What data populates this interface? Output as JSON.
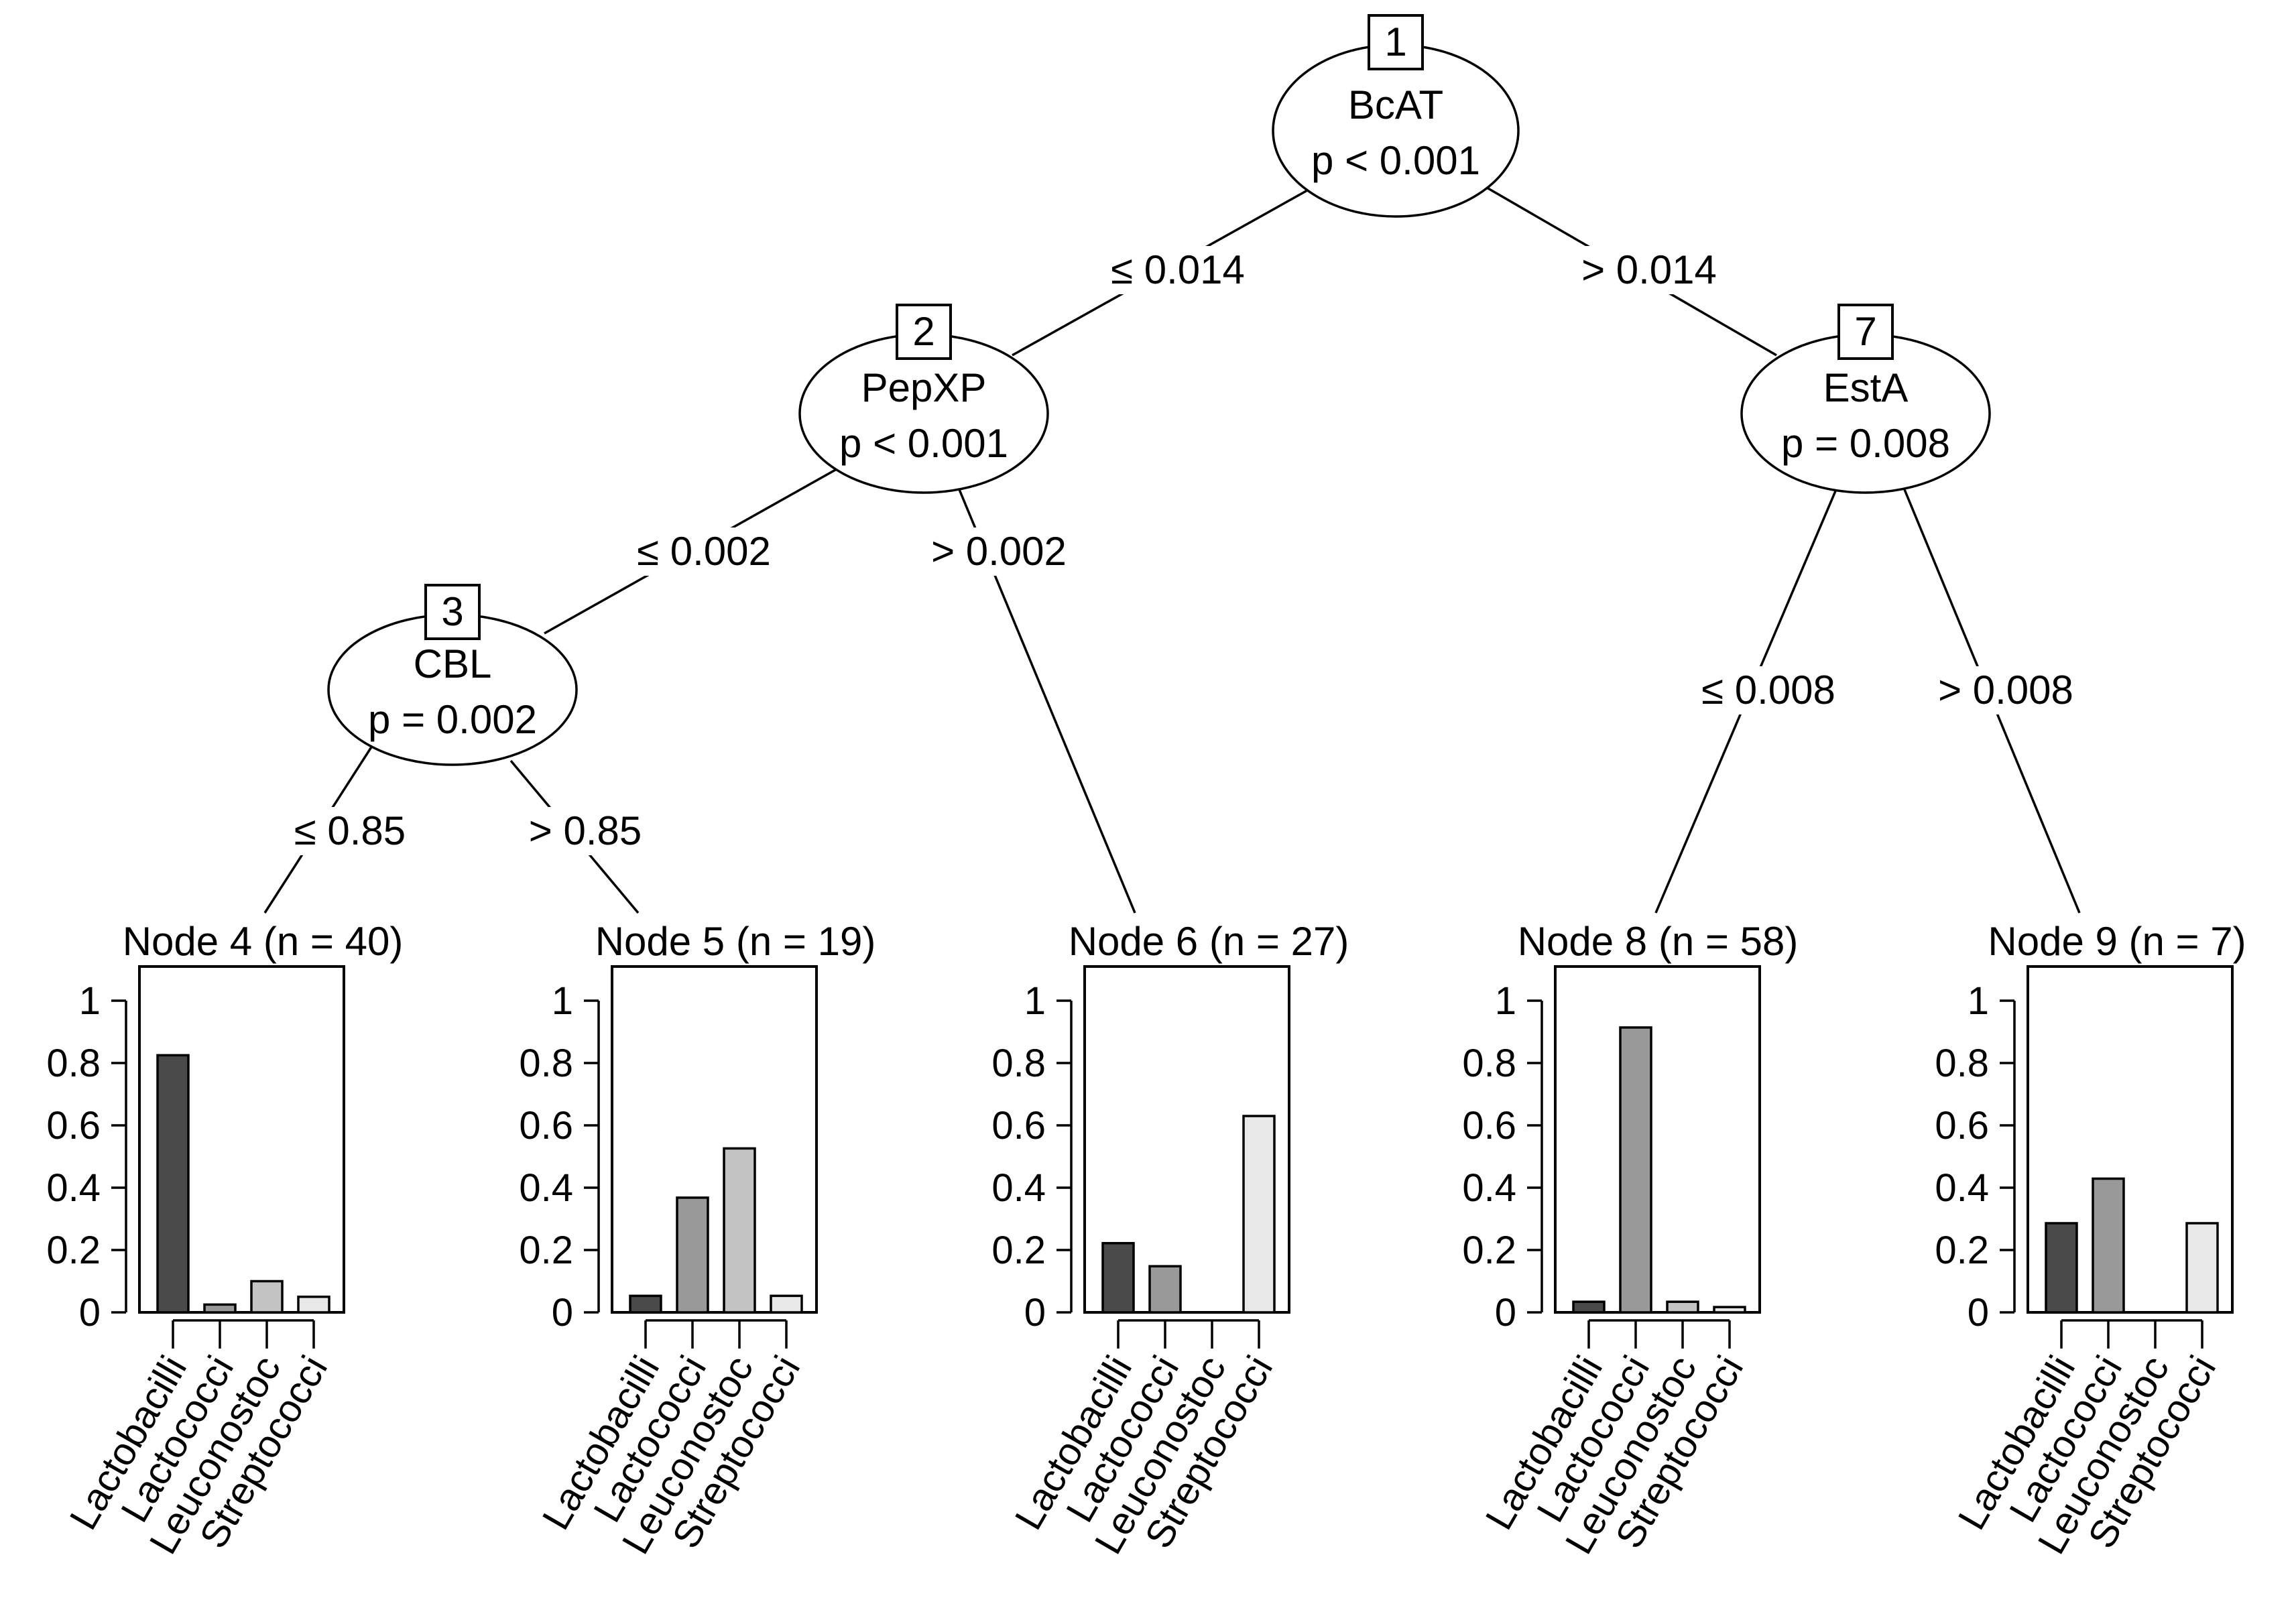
{
  "inner_nodes": [
    {
      "id": "1",
      "variable": "BcAT",
      "pvalue": "p < 0.001"
    },
    {
      "id": "2",
      "variable": "PepXP",
      "pvalue": "p < 0.001"
    },
    {
      "id": "3",
      "variable": "CBL",
      "pvalue": "p = 0.002"
    },
    {
      "id": "7",
      "variable": "EstA",
      "pvalue": "p = 0.008"
    }
  ],
  "edges": [
    {
      "from": "1",
      "to": "2",
      "label": "≤ 0.014"
    },
    {
      "from": "1",
      "to": "7",
      "label": "> 0.014"
    },
    {
      "from": "2",
      "to": "3",
      "label": "≤ 0.002"
    },
    {
      "from": "2",
      "to": "6",
      "label": "> 0.002"
    },
    {
      "from": "3",
      "to": "4",
      "label": "≤ 0.85"
    },
    {
      "from": "3",
      "to": "5",
      "label": "> 0.85"
    },
    {
      "from": "7",
      "to": "8",
      "label": "≤ 0.008"
    },
    {
      "from": "7",
      "to": "9",
      "label": "> 0.008"
    }
  ],
  "terminal_nodes": [
    {
      "id": "4",
      "title": "Node 4 (n = 40)"
    },
    {
      "id": "5",
      "title": "Node 5 (n = 19)"
    },
    {
      "id": "6",
      "title": "Node 6 (n = 27)"
    },
    {
      "id": "8",
      "title": "Node 8 (n = 58)"
    },
    {
      "id": "9",
      "title": "Node 9 (n = 7)"
    }
  ],
  "chart_data": {
    "type": "bar",
    "categories": [
      "Lactobacilli",
      "Lactococci",
      "Leuconostoc",
      "Streptococci"
    ],
    "y_ticks": [
      "0",
      "0.2",
      "0.4",
      "0.6",
      "0.8",
      "1"
    ],
    "ylim": [
      0,
      1
    ],
    "bar_colors": [
      "#4a4a4a",
      "#999999",
      "#c4c4c4",
      "#e8e8e8"
    ],
    "panels": [
      {
        "node": "4",
        "values": [
          0.825,
          0.025,
          0.1,
          0.05
        ]
      },
      {
        "node": "5",
        "values": [
          0.053,
          0.368,
          0.526,
          0.053
        ]
      },
      {
        "node": "6",
        "values": [
          0.222,
          0.148,
          0.0,
          0.63
        ]
      },
      {
        "node": "8",
        "values": [
          0.034,
          0.914,
          0.034,
          0.017
        ]
      },
      {
        "node": "9",
        "values": [
          0.286,
          0.429,
          0.0,
          0.286
        ]
      }
    ]
  }
}
